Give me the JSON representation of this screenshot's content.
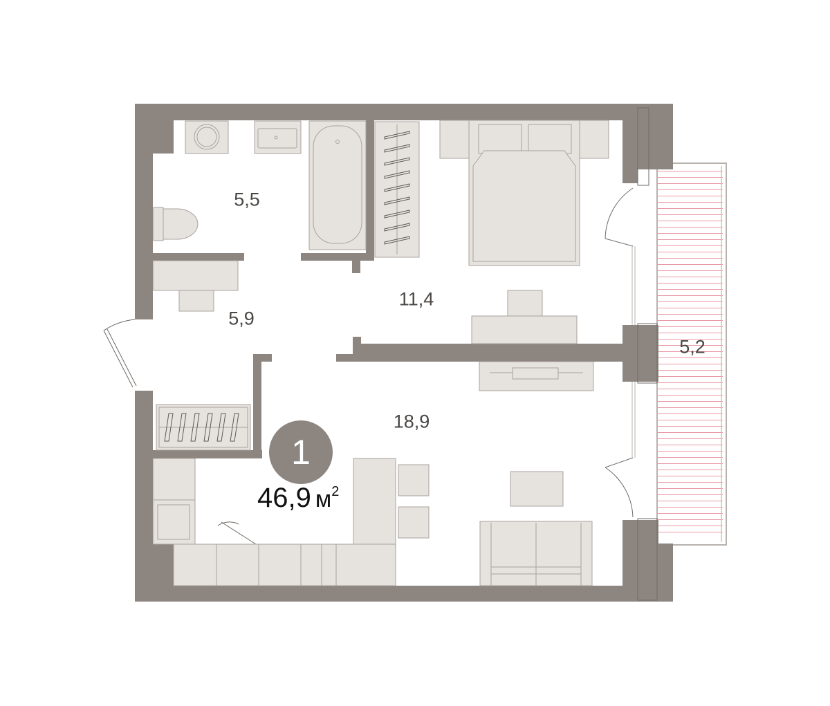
{
  "rooms": [
    {
      "id": "bathroom",
      "area": "5,5"
    },
    {
      "id": "hallway",
      "area": "5,9"
    },
    {
      "id": "bedroom",
      "area": "11,4"
    },
    {
      "id": "living-kitchen",
      "area": "18,9"
    },
    {
      "id": "balcony",
      "area": "5,2"
    }
  ],
  "apartment": {
    "rooms_count": "1",
    "total_area": "46,9",
    "unit": "м",
    "unit_power": "2"
  },
  "colors": {
    "wall": "#8d8680",
    "furniture_fill": "#e6e2de",
    "furniture_stroke": "#a9a39d",
    "balcony_line": "#e89aa6",
    "label": "#4a4745"
  }
}
